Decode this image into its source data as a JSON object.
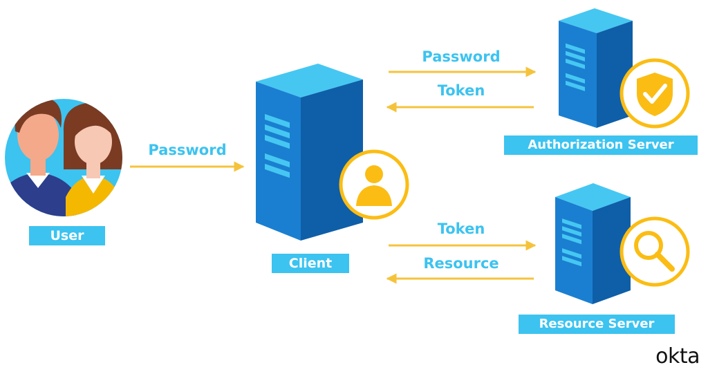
{
  "user": {
    "label": "User"
  },
  "client": {
    "label": "Client"
  },
  "auth_server": {
    "label": "Authorization Server"
  },
  "resource_server": {
    "label": "Resource Server"
  },
  "arrows": {
    "user_to_client": "Password",
    "client_to_auth": "Password",
    "auth_to_client": "Token",
    "client_to_resource": "Token",
    "resource_to_client": "Resource"
  },
  "brand": {
    "logo_text": "okta"
  },
  "colors": {
    "accent": "#3cc3f0",
    "server_front": "#1a7fd0",
    "server_side": "#0f5ea8",
    "server_top": "#45c7f2",
    "arrow": "#f5c33b",
    "badge": "#fbbd14"
  }
}
